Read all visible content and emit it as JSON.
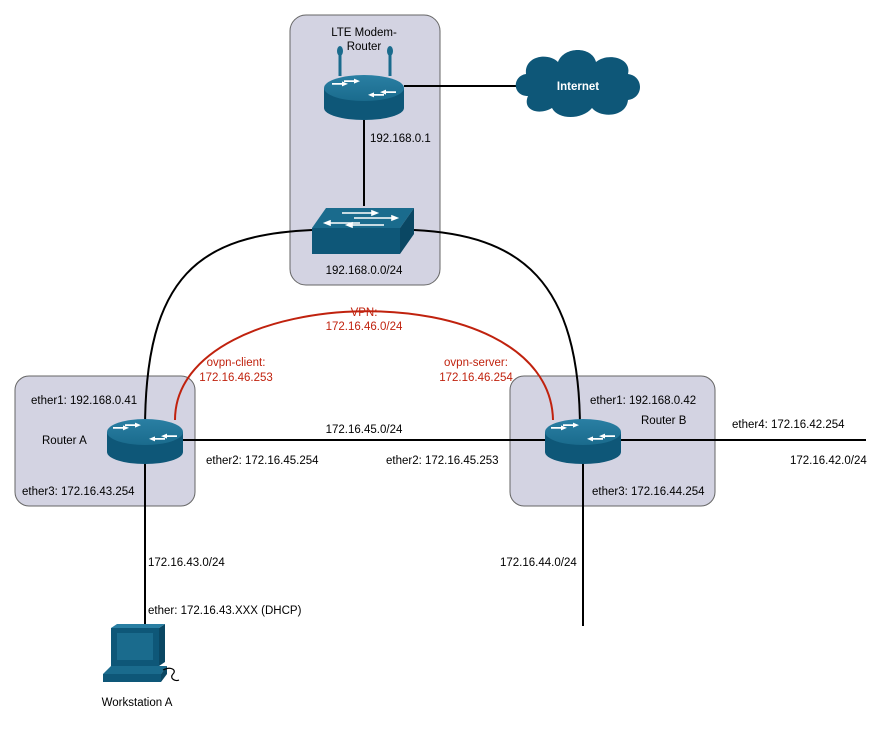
{
  "colors": {
    "device_blue": "#0e5778",
    "device_top": "#1a6b8d",
    "group_fill": "#d3d3e2",
    "group_stroke": "#666666",
    "vpn_red": "#c0220e",
    "line": "#000000"
  },
  "modem": {
    "title_line1": "LTE Modem-",
    "title_line2": "Router",
    "ip": "192.168.0.1",
    "icon": "router-icon"
  },
  "internet": {
    "label": "Internet",
    "icon": "cloud-icon"
  },
  "lan_switch": {
    "subnet": "192.168.0.0/24",
    "icon": "switch-icon"
  },
  "vpn": {
    "label": "VPN:",
    "subnet": "172.16.46.0/24"
  },
  "router_a": {
    "name": "Router A",
    "ether1": "ether1: 192.168.0.41",
    "ether2": "ether2: 172.16.45.254",
    "ether3": "ether3: 172.16.43.254",
    "ovpn_label": "ovpn-client:",
    "ovpn_ip": "172.16.46.253"
  },
  "router_b": {
    "name": "Router B",
    "ether1": "ether1: 192.168.0.42",
    "ether2": "ether2: 172.16.45.253",
    "ether3": "ether3: 172.16.44.254",
    "ether4": "ether4: 172.16.42.254",
    "ovpn_label": "ovpn-server:",
    "ovpn_ip": "172.16.46.254"
  },
  "links": {
    "ab_subnet": "172.16.45.0/24",
    "a_lan_subnet": "172.16.43.0/24",
    "b_lan44_subnet": "172.16.44.0/24",
    "b_lan42_subnet": "172.16.42.0/24"
  },
  "workstation": {
    "iface": "ether: 172.16.43.XXX (DHCP)",
    "name": "Workstation A",
    "icon": "workstation-icon"
  }
}
